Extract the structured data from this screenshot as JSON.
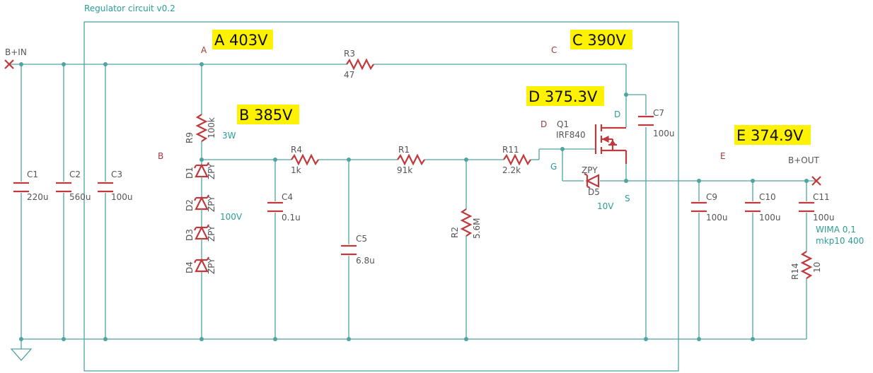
{
  "title": "Regulator circuit v0.2",
  "colors": {
    "wire": "#4fa3a0",
    "component": "#c0393b",
    "node_label": "#a33a3a",
    "annotation": "#2a9d96",
    "highlight": "#fff200"
  },
  "ports": {
    "in": "B+IN",
    "out": "B+OUT"
  },
  "nodes": {
    "a": "A",
    "b": "B",
    "c": "C",
    "d": "D",
    "e": "E"
  },
  "voltages": {
    "a": "A 403V",
    "b": "B 385V",
    "c": "C 390V",
    "d": "D 375.3V",
    "e": "E 374.9V"
  },
  "components": {
    "c1": {
      "ref": "C1",
      "value": "220u"
    },
    "c2": {
      "ref": "C2",
      "value": "560u"
    },
    "c3": {
      "ref": "C3",
      "value": "100u"
    },
    "r3": {
      "ref": "R3",
      "value": "47"
    },
    "r9": {
      "ref": "R9",
      "value": "100k",
      "rating": "3W"
    },
    "d1": {
      "ref": "D1",
      "value": "ZPY"
    },
    "d2": {
      "ref": "D2",
      "value": "ZPY"
    },
    "d3": {
      "ref": "D3",
      "value": "ZPY"
    },
    "d4": {
      "ref": "D4",
      "value": "ZPY"
    },
    "zener_string": "100V",
    "r4": {
      "ref": "R4",
      "value": "1k"
    },
    "c4": {
      "ref": "C4",
      "value": "0.1u"
    },
    "c5": {
      "ref": "C5",
      "value": "6.8u"
    },
    "r1": {
      "ref": "R1",
      "value": "91k"
    },
    "r2": {
      "ref": "R2",
      "value": "5.6M"
    },
    "r11": {
      "ref": "R11",
      "value": "2.2k"
    },
    "q1": {
      "ref": "Q1",
      "value": "IRF840",
      "drain": "D",
      "gate": "G",
      "source": "S"
    },
    "d5": {
      "ref": "D5",
      "value": "ZPY",
      "rating": "10V"
    },
    "c7": {
      "ref": "C7",
      "value": "100u"
    },
    "c9": {
      "ref": "C9",
      "value": "100u"
    },
    "c10": {
      "ref": "C10",
      "value": "100u"
    },
    "c11": {
      "ref": "C11",
      "value": "100u",
      "note1": "WIMA 0,1",
      "note2": "mkp10 400"
    },
    "r14": {
      "ref": "R14",
      "value": "10"
    }
  }
}
